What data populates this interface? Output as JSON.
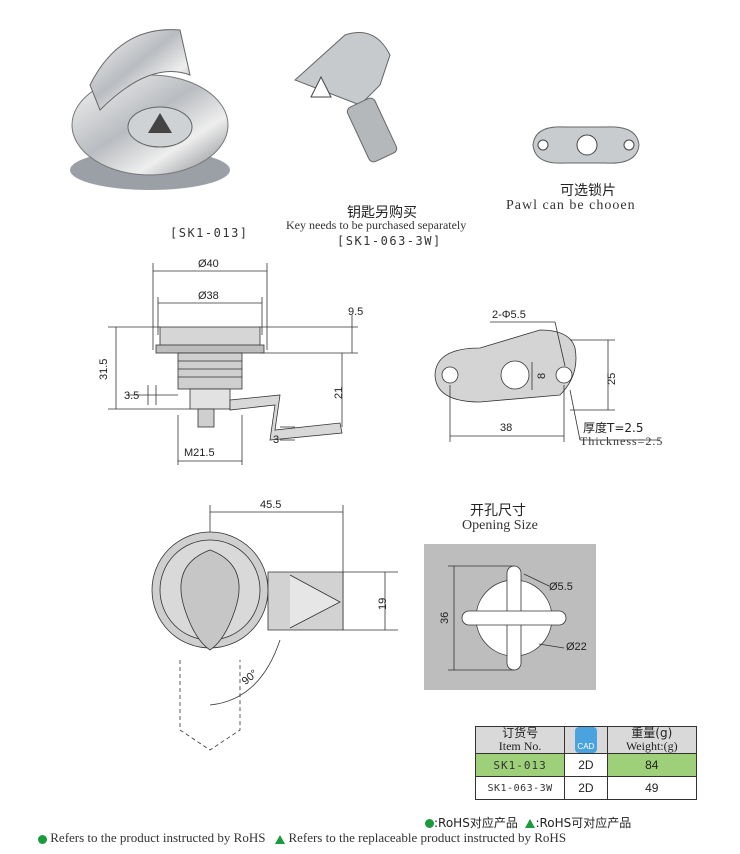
{
  "products": {
    "lock_code": "[SK1-013]",
    "key_cn": "钥匙另购买",
    "key_en": "Key needs to be purchased separately",
    "key_code": "[SK1-063-3W]",
    "pawl_cn": "可选锁片",
    "pawl_en": "Pawl can be chooen"
  },
  "dims": {
    "d40": "Ø40",
    "d38": "Ø38",
    "d9_5": "9.5",
    "d31_5": "31.5",
    "d3_5": "3.5",
    "d21": "21",
    "d3": "3",
    "m21_5": "M21.5",
    "phi": "2-Φ5.5",
    "d8": "8",
    "d25": "25",
    "d38b": "38",
    "thick_cn": "厚度T=2.5",
    "thick_en": "Thickness=2.5",
    "d45_5": "45.5",
    "d19": "19",
    "angle": "90°",
    "d5_5": "Ø5.5",
    "d36": "36",
    "d22": "Ø22"
  },
  "opening": {
    "title_cn": "开孔尺寸",
    "title_en": "Opening Size"
  },
  "table": {
    "h_item_cn": "订货号",
    "h_item_en": "Item No.",
    "h_cad": "CAD",
    "h_weight_cn": "重量(g)",
    "h_weight_en": "Weight:(g)",
    "rows": [
      {
        "item": "SK1-013",
        "cad": "2D",
        "weight": "84"
      },
      {
        "item": "SK1-063-3W",
        "cad": "2D",
        "weight": "49"
      }
    ]
  },
  "legend": {
    "rohs_cn": ":RoHS对应产品",
    "rohs_rep_cn": ":RoHS可对应产品",
    "rohs_en": "Refers to the product instructed by RoHS",
    "rohs_rep_en": "Refers to the replaceable product instructed by RoHS"
  },
  "colors": {
    "rohs_green": "#1a9b3c",
    "weight_green": "#9ed07a",
    "header_grey": "#d9d9d9"
  }
}
